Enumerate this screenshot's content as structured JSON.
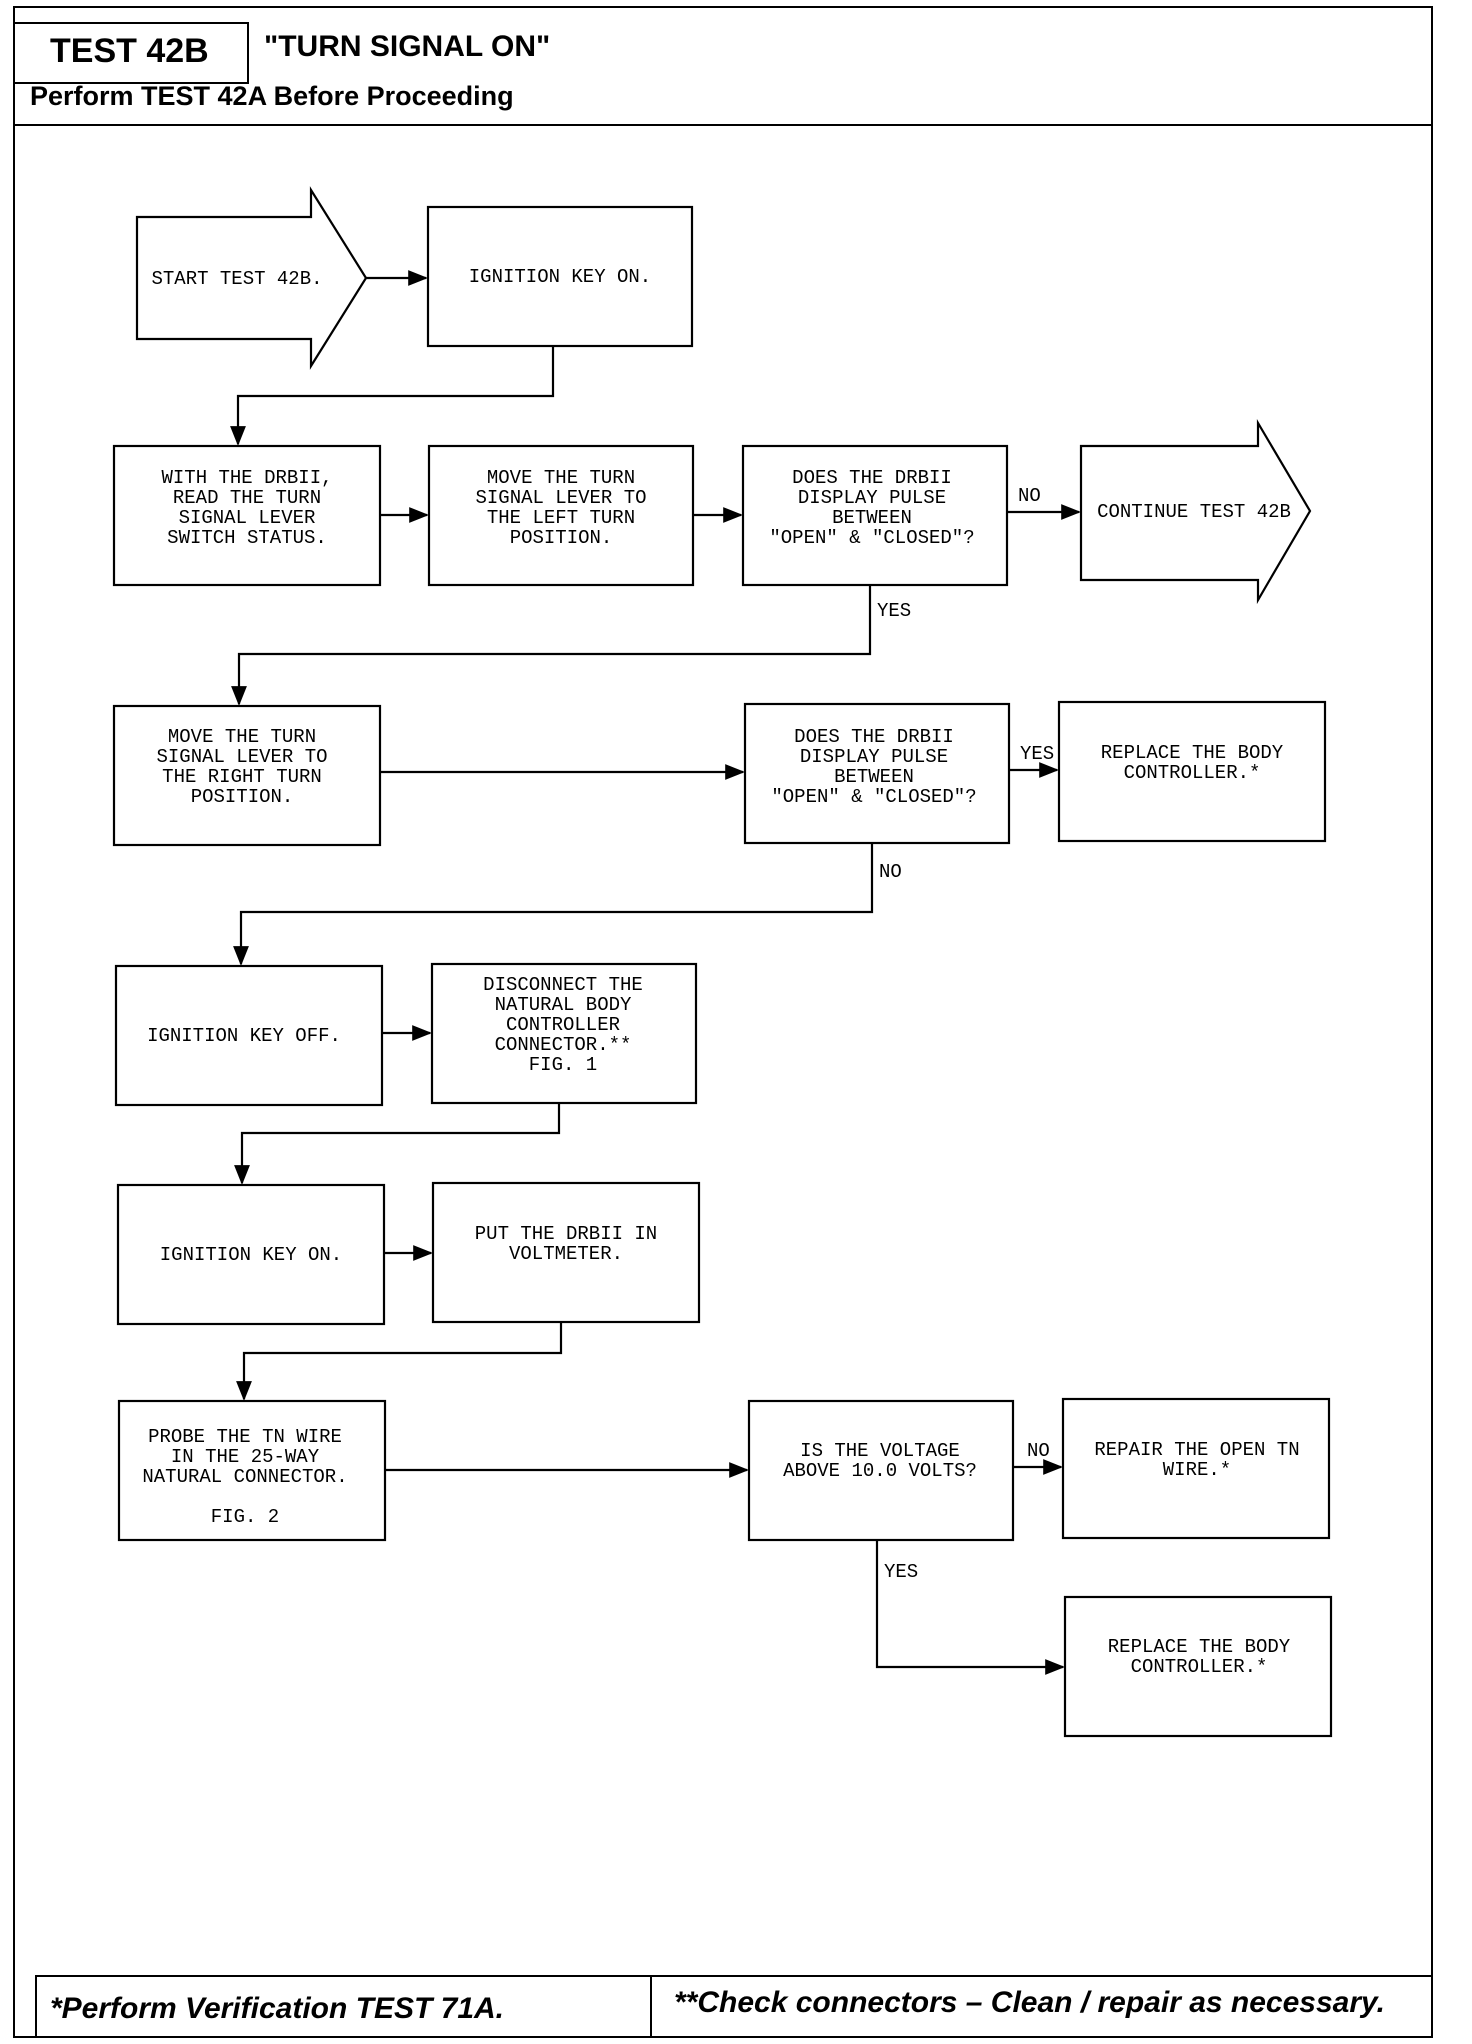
{
  "header": {
    "test_id": "TEST 42B",
    "title": "\"TURN SIGNAL ON\"",
    "prerequisite": "Perform TEST 42A Before Proceeding"
  },
  "flowchart": {
    "nodes": {
      "start": [
        "START TEST 42B."
      ],
      "ignition_on_1": [
        "IGNITION KEY ON."
      ],
      "read_status": [
        "WITH THE DRBII,",
        "READ THE TURN",
        "SIGNAL LEVER",
        "SWITCH STATUS."
      ],
      "move_left": [
        "MOVE THE TURN",
        "SIGNAL LEVER TO",
        "THE LEFT TURN",
        "POSITION."
      ],
      "decision_left": [
        "DOES THE DRBII",
        "DISPLAY PULSE",
        "BETWEEN",
        "\"OPEN\" & \"CLOSED\"?"
      ],
      "continue": [
        "CONTINUE TEST 42B"
      ],
      "move_right": [
        "MOVE THE TURN",
        "SIGNAL LEVER TO",
        "THE RIGHT TURN",
        "POSITION."
      ],
      "decision_right": [
        "DOES THE DRBII",
        "DISPLAY PULSE",
        "BETWEEN",
        "\"OPEN\" & \"CLOSED\"?"
      ],
      "replace_body_1": [
        "REPLACE THE BODY",
        "CONTROLLER.*"
      ],
      "ignition_off": [
        "IGNITION KEY OFF."
      ],
      "disconnect": [
        "DISCONNECT THE",
        "NATURAL BODY",
        "CONTROLLER",
        "CONNECTOR.**",
        "FIG. 1"
      ],
      "ignition_on_2": [
        "IGNITION KEY ON."
      ],
      "voltmeter": [
        "PUT THE DRBII IN",
        "VOLTMETER."
      ],
      "probe": [
        "PROBE THE TN WIRE",
        "IN THE 25-WAY",
        "NATURAL CONNECTOR.",
        "",
        "FIG. 2"
      ],
      "decision_voltage": [
        "IS THE VOLTAGE",
        "ABOVE 10.0 VOLTS?"
      ],
      "repair_open": [
        "REPAIR THE OPEN TN",
        "WIRE.*"
      ],
      "replace_body_2": [
        "REPLACE THE BODY",
        "CONTROLLER.*"
      ]
    },
    "labels": {
      "no_1": "NO",
      "yes_1": "YES",
      "yes_2": "YES",
      "no_2": "NO",
      "no_3": "NO",
      "yes_3": "YES"
    }
  },
  "footer": {
    "left": "*Perform Verification TEST 71A.",
    "right": "**Check connectors – Clean / repair as necessary."
  }
}
